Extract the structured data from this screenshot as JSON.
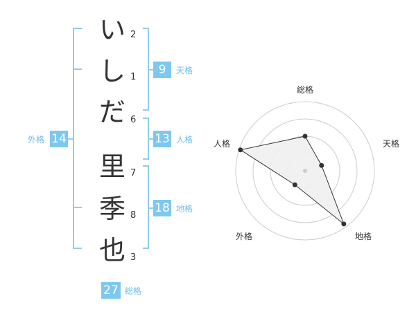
{
  "name_chars": [
    {
      "char": "い",
      "strokes": "2"
    },
    {
      "char": "し",
      "strokes": "1"
    },
    {
      "char": "だ",
      "strokes": "6"
    },
    {
      "char": "里",
      "strokes": "7"
    },
    {
      "char": "季",
      "strokes": "8"
    },
    {
      "char": "也",
      "strokes": "3"
    }
  ],
  "kaku": {
    "tenkaku": {
      "value": "9",
      "label": "天格"
    },
    "jinkaku": {
      "value": "13",
      "label": "人格"
    },
    "chikaku": {
      "value": "18",
      "label": "地格"
    },
    "gaikaku": {
      "value": "14",
      "label": "外格"
    },
    "soukaku": {
      "value": "27",
      "label": "総格"
    }
  },
  "radar": {
    "labels": {
      "top": "総格",
      "right": "天格",
      "bottom_right": "地格",
      "bottom_left": "外格",
      "left": "人格"
    },
    "levels": 4,
    "values": [
      0.5,
      0.25,
      0.95,
      0.25,
      0.98
    ],
    "colors": {
      "fill": "#efefef",
      "stroke": "#333333",
      "grid": "#cccccc",
      "accent": "#7ec8f0"
    }
  }
}
